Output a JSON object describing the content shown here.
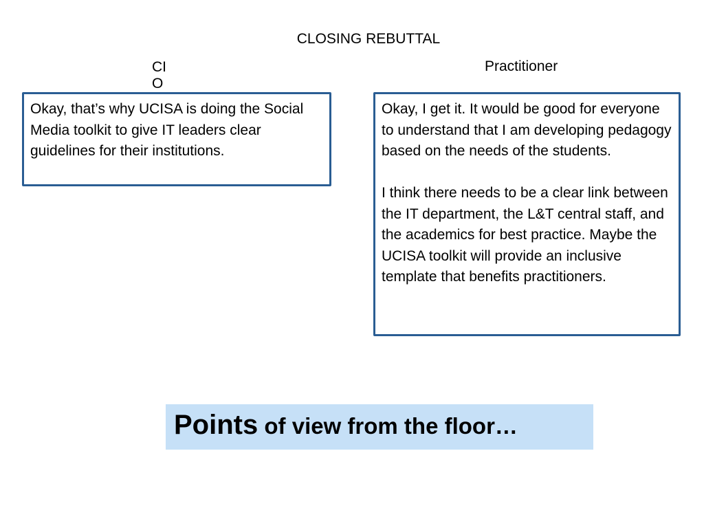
{
  "slide": {
    "title": "CLOSING REBUTTAL"
  },
  "speakers": {
    "cio": "CIO",
    "practitioner": "Practitioner"
  },
  "quotes": {
    "cio": "Okay, that’s why UCISA is doing the Social Media toolkit to give IT leaders clear guidelines for their institutions.",
    "practitioner": {
      "paragraph_1": "Okay, I get it. It would be good for everyone to understand that I am developing pedagogy based on the needs of the students.",
      "paragraph_2": "I think there needs to be a clear link between the IT department, the L&T central staff, and the academics for best practice. Maybe the UCISA toolkit will provide an inclusive template that benefits practitioners."
    }
  },
  "banner": {
    "lead": "Points",
    "rest": " of view from the floor…"
  },
  "colors": {
    "box_border": "#2a5d93",
    "banner_background": "#c6e0f7"
  }
}
